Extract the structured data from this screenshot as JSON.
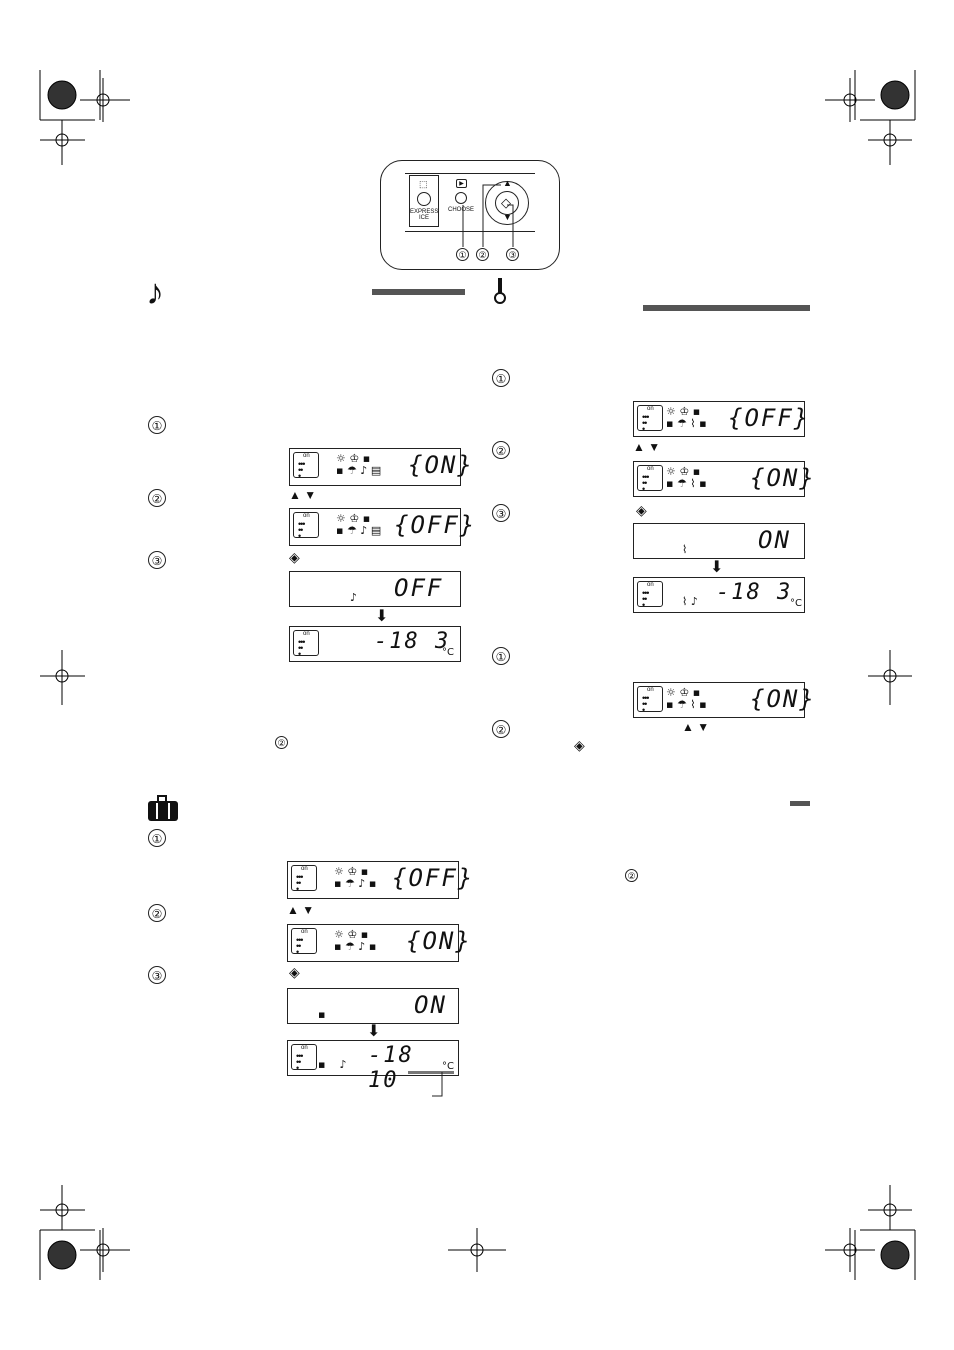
{
  "control_panel": {
    "express_label": "EXPRESS\nICE",
    "choose_label": "CHOOSE",
    "callouts": [
      "①",
      "②",
      "③"
    ]
  },
  "icons": {
    "music": "music-note-icon",
    "thermometer": "thermometer-icon",
    "suitcase": "suitcase-icon",
    "enter": "enter-diamond-icon",
    "grape": "grape-icon",
    "up_down": "▲ ▼"
  },
  "steps": {
    "one": "①",
    "two": "②",
    "three": "③"
  },
  "lcd": {
    "on": "{ON}",
    "off": "{OFF}",
    "plain_on": "ON",
    "plain_off": "OFF",
    "on_small": "on",
    "temp1": "-18  3",
    "temp2": "-18 10",
    "unit": "°C"
  },
  "arrows": {
    "updown": "▲  ▼",
    "down_block": "⬇"
  },
  "refs": {
    "step2_ref": "②"
  }
}
